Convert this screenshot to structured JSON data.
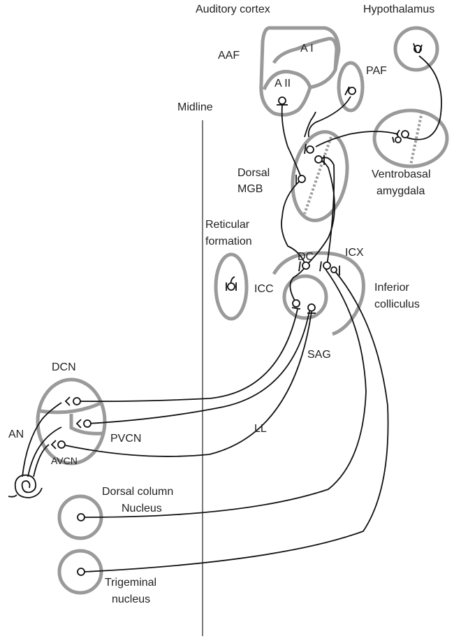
{
  "labels": {
    "auditory_cortex": "Auditory cortex",
    "hypothalamus": "Hypothalamus",
    "aaf": "AAF",
    "ai": "A I",
    "aii": "A II",
    "paf": "PAF",
    "midline": "Midline",
    "dorsal_mgb_1": "Dorsal",
    "dorsal_mgb_2": "MGB",
    "ventrobasal_1": "Ventrobasal",
    "ventrobasal_2": "amygdala",
    "reticular_1": "Reticular",
    "reticular_2": "formation",
    "dc": "DC",
    "icx": "ICX",
    "icc": "ICC",
    "inferior_colliculus_1": "Inferior",
    "inferior_colliculus_2": "colliculus",
    "sag": "SAG",
    "dcn": "DCN",
    "an": "AN",
    "pvcn": "PVCN",
    "avcn": "AVCN",
    "ll": "LL",
    "dorsal_column_1": "Dorsal column",
    "dorsal_column_2": "Nucleus",
    "trigeminal_1": "Trigeminal",
    "trigeminal_2": "nucleus"
  },
  "colors": {
    "region_stroke": "#9a9a9a",
    "pathway_stroke": "#111111"
  }
}
